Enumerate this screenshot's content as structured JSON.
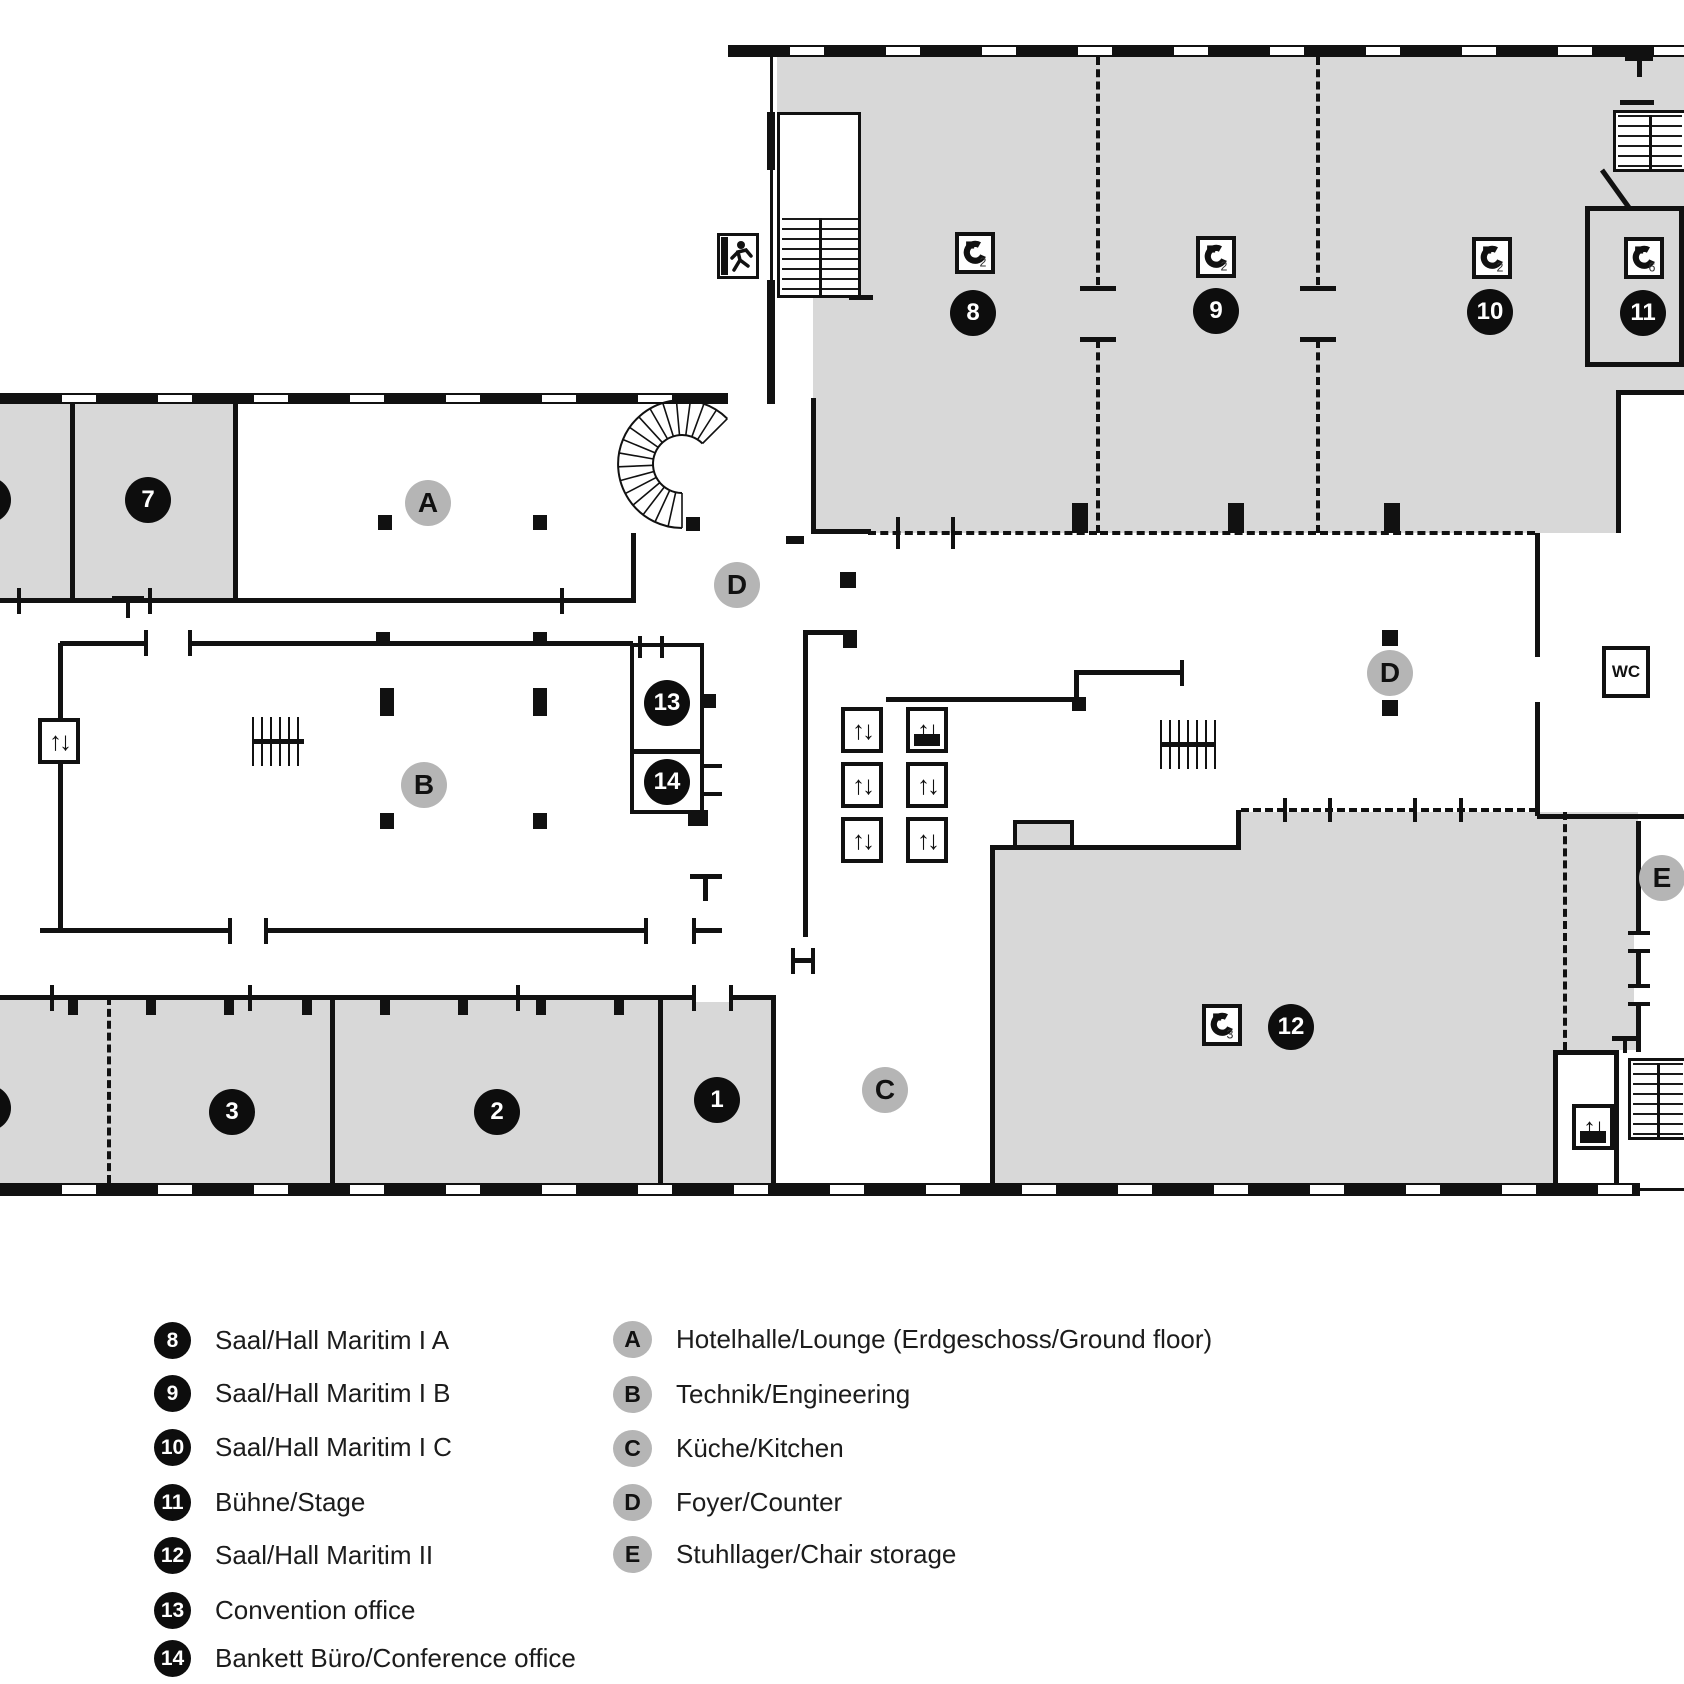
{
  "legend": {
    "rooms": [
      {
        "num": "8",
        "label": "Saal/Hall Maritim I A"
      },
      {
        "num": "9",
        "label": "Saal/Hall Maritim I B"
      },
      {
        "num": "10",
        "label": "Saal/Hall Maritim I C"
      },
      {
        "num": "11",
        "label": "Bühne/Stage"
      },
      {
        "num": "12",
        "label": "Saal/Hall Maritim II"
      },
      {
        "num": "13",
        "label": "Convention office"
      },
      {
        "num": "14",
        "label": "Bankett Büro/Conference office"
      }
    ],
    "areas": [
      {
        "letter": "A",
        "label": "Hotelhalle/Lounge (Erdgeschoss/Ground floor)"
      },
      {
        "letter": "B",
        "label": "Technik/Engineering"
      },
      {
        "letter": "C",
        "label": "Küche/Kitchen"
      },
      {
        "letter": "D",
        "label": "Foyer/Counter"
      },
      {
        "letter": "E",
        "label": "Stuhllager/Chair storage"
      }
    ]
  },
  "plan": {
    "numbers": {
      "n1": "1",
      "n2": "2",
      "n3": "3",
      "n7": "7",
      "n8": "8",
      "n9": "9",
      "n10": "10",
      "n11": "11",
      "n12": "12",
      "n13": "13",
      "n14": "14"
    },
    "letters": {
      "a": "A",
      "b": "B",
      "c": "C",
      "d": "D",
      "e": "E"
    },
    "wc": "WC",
    "chairs": {
      "c8": "2",
      "c9": "2",
      "c10": "2",
      "c11": "6",
      "c12": "3"
    },
    "icons": {
      "lift_arrows": "↑↓"
    },
    "colors": {
      "room_fill": "#d8d8d8",
      "marker_black": "#0d0d0d",
      "marker_gray": "#b5b5b5",
      "line": "#111111"
    }
  }
}
